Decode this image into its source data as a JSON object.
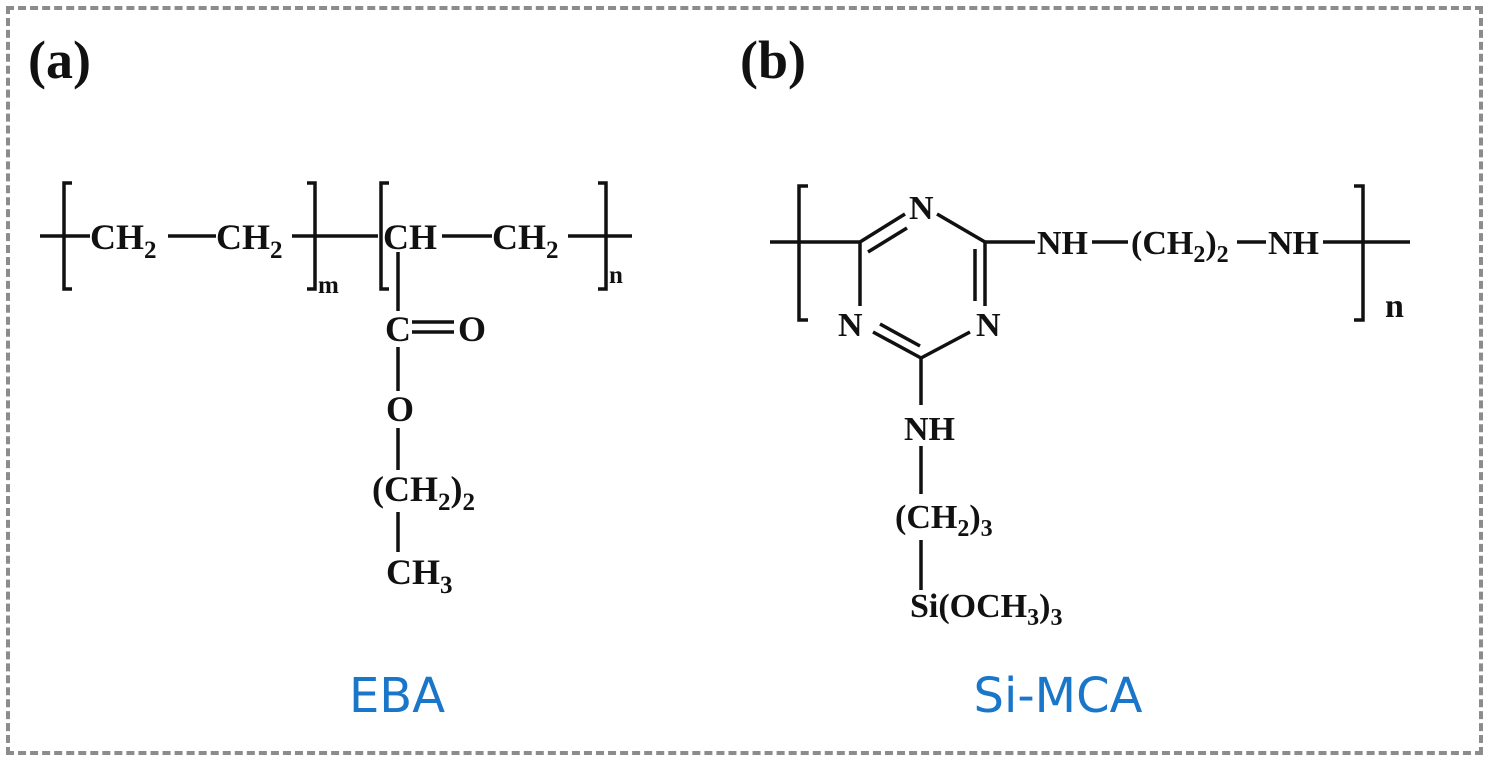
{
  "panels": {
    "a": {
      "label": "(a)",
      "name": "EBA",
      "atoms": {
        "ch2_1": "CH",
        "ch2_1_sub": "2",
        "ch2_2": "CH",
        "ch2_2_sub": "2",
        "ch": "CH",
        "ch2_3": "CH",
        "ch2_3_sub": "2",
        "sub_m": "m",
        "sub_n": "n",
        "c": "C",
        "o_double": "O",
        "o": "O",
        "chain": "(CH",
        "chain_sub": "2",
        "chain_close": ")",
        "chain_mult": "2",
        "ch3": "CH",
        "ch3_sub": "3"
      }
    },
    "b": {
      "label": "(b)",
      "name": "Si-MCA",
      "atoms": {
        "n_top": "N",
        "n_left": "N",
        "n_right": "N",
        "nh_1": "NH",
        "link_open": "(CH",
        "link_sub": "2",
        "link_close": ")",
        "link_mult": "2",
        "nh_2": "NH",
        "sub_n": "n",
        "nh_down": "NH",
        "prop_open": "(CH",
        "prop_sub": "2",
        "prop_close": ")",
        "prop_mult": "3",
        "si_text": "Si(OCH",
        "si_sub": "3",
        "si_close": ")",
        "si_mult": "3"
      }
    }
  },
  "colors": {
    "structure": "#111111",
    "name": "#1a76c9",
    "border": "#8c8c8c"
  }
}
